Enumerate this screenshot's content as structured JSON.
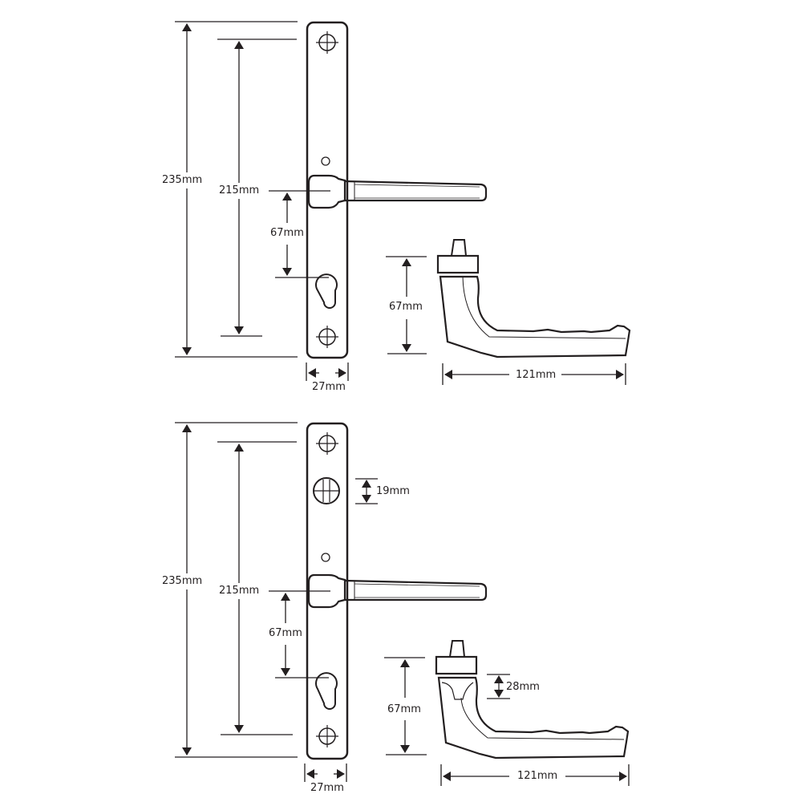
{
  "diagrams": [
    {
      "name": "handle-set-standard",
      "backplate": {
        "total_height": "235mm",
        "fixing_centres": "215mm",
        "handle_to_cylinder": "67mm",
        "width": "27mm"
      },
      "lever_side_view": {
        "height": "67mm",
        "length": "121mm"
      }
    },
    {
      "name": "handle-set-with-snib",
      "backplate": {
        "total_height": "235mm",
        "fixing_centres": "215mm",
        "snib_diameter": "19mm",
        "handle_to_cylinder": "67mm",
        "width": "27mm"
      },
      "lever_side_view": {
        "height": "67mm",
        "neck_height": "28mm",
        "length": "121mm"
      }
    }
  ],
  "colors": {
    "line": "#231f20",
    "background": "#ffffff"
  }
}
